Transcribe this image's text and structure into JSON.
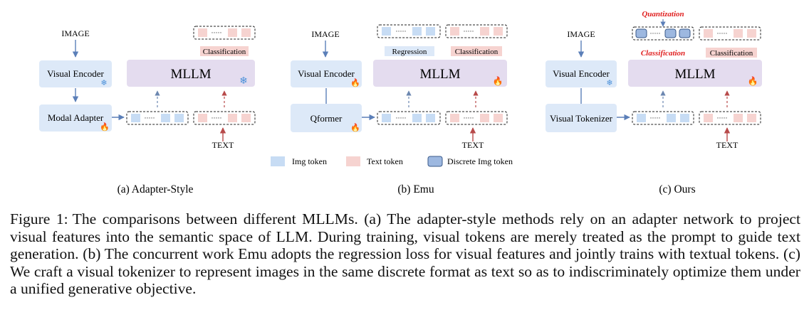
{
  "labels": {
    "image": "IMAGE",
    "text": "TEXT",
    "visual_encoder": "Visual Encoder",
    "modal_adapter": "Modal Adapter",
    "qformer": "Qformer",
    "visual_tokenizer": "Visual Tokenizer",
    "mllm": "MLLM",
    "classification": "Classification",
    "regression": "Regression",
    "quantization": "Quantization",
    "dots": "·····"
  },
  "legend": {
    "img_token": "Img token",
    "text_token": "Text token",
    "discrete_img_token": "Discrete Img token"
  },
  "subcaptions": {
    "a": "(a) Adapter-Style",
    "b": "(b) Emu",
    "c": "(c) Ours"
  },
  "caption": {
    "label": "Figure 1:",
    "text": "The comparisons between different MLLMs. (a) The adapter-style methods rely on an adapter network to project visual features into the semantic space of LLM. During training, visual tokens are merely treated as the prompt to guide text generation. (b) The concurrent work Emu adopts the regression loss for visual features and jointly trains with textual tokens. (c) We craft a visual tokenizer to represent images in the same discrete format as text so as to indiscriminately optimize them under a unified generative objective."
  },
  "colors": {
    "module_fill": "#dde9f8",
    "mllm_fill": "#e4dcef",
    "img_token": "#c7dcf4",
    "text_token": "#f6d3d0",
    "discrete_token": "#9db8e0",
    "highlight_red": "#e02020",
    "arrow_blue": "#5b7fb8",
    "arrow_red": "#b84a4a"
  }
}
